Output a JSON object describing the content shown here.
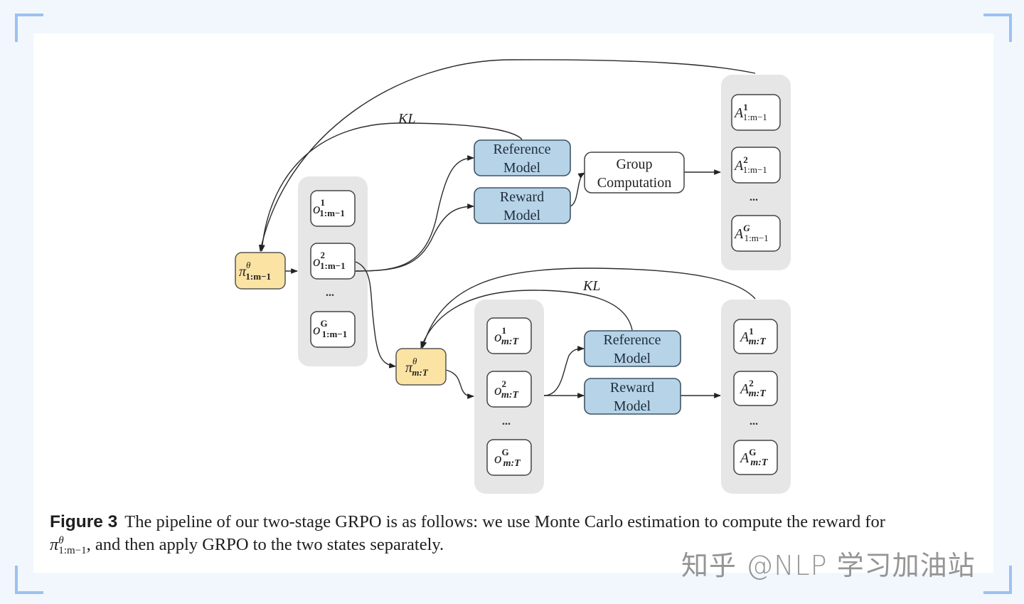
{
  "frame": {
    "accent_color": "#9cc2ef",
    "background_color": "#f1f7fd"
  },
  "diagram": {
    "colors": {
      "policy_fill": "#fbe3a4",
      "model_fill": "#b7d3e8",
      "group_bg": "#e6e6e6",
      "stroke": "#3a3a3a"
    },
    "stage1": {
      "policy": {
        "sym": "π",
        "sup": "θ",
        "sub": "1:m−1"
      },
      "outputs": [
        {
          "sym": "o",
          "sup": "1",
          "sub": "1:m−1"
        },
        {
          "sym": "o",
          "sup": "2",
          "sub": "1:m−1"
        },
        {
          "sym": "o",
          "sup": "G",
          "sub": "1:m−1"
        }
      ],
      "ellipsis": "...",
      "reference_model": [
        "Reference",
        "Model"
      ],
      "reward_model": [
        "Reward",
        "Model"
      ],
      "group_computation": [
        "Group",
        "Computation"
      ],
      "kl_label": "KL",
      "advantages": [
        {
          "sym": "A",
          "sup": "1",
          "sub": "1:m−1"
        },
        {
          "sym": "A",
          "sup": "2",
          "sub": "1:m−1"
        },
        {
          "sym": "A",
          "sup": "G",
          "sub": "1:m−1"
        }
      ]
    },
    "stage2": {
      "policy": {
        "sym": "π",
        "sup": "θ",
        "sub": "m:T"
      },
      "outputs": [
        {
          "sym": "o",
          "sup": "1",
          "sub": "m:T"
        },
        {
          "sym": "o",
          "sup": "2",
          "sub": "m:T"
        },
        {
          "sym": "o",
          "sup": "G",
          "sub": "m:T"
        }
      ],
      "ellipsis": "...",
      "reference_model": [
        "Reference",
        "Model"
      ],
      "reward_model": [
        "Reward",
        "Model"
      ],
      "kl_label": "KL",
      "advantages": [
        {
          "sym": "A",
          "sup": "1",
          "sub": "m:T"
        },
        {
          "sym": "A",
          "sup": "2",
          "sub": "m:T"
        },
        {
          "sym": "A",
          "sup": "G",
          "sub": "m:T"
        }
      ]
    }
  },
  "caption": {
    "figure_label": "Figure 3",
    "text_line1": "The pipeline of our two-stage GRPO is as follows: we use Monte Carlo estimation to compute the reward for",
    "policy_sym": "π",
    "policy_sup": "θ",
    "policy_sub": "1:m−1",
    "text_line2": ", and then apply GRPO to the two states separately."
  },
  "watermark": "知乎 @NLP 学习加油站"
}
